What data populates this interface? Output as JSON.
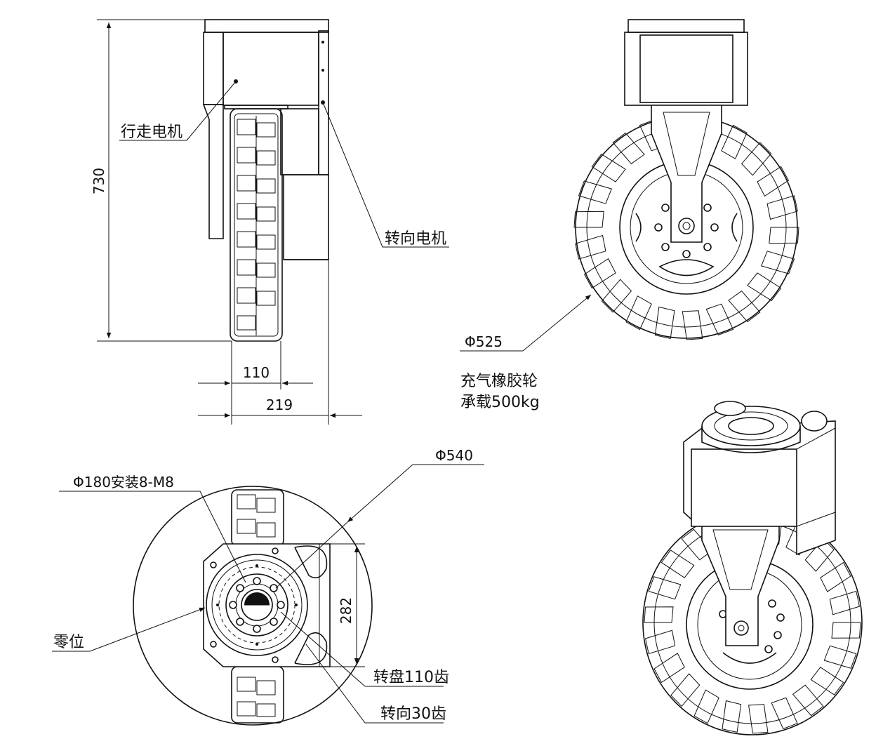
{
  "labels": {
    "drive_motor": "行走电机",
    "steer_motor": "转向电机",
    "wheel_desc_line1": "充气橡胶轮",
    "wheel_desc_line2": "承载500kg",
    "mount": "Φ180安装8-M8",
    "zero": "零位",
    "turntable": "转盘110齿",
    "steer_gear": "转向30齿"
  },
  "dimensions": {
    "height": "730",
    "width_wheel": "110",
    "width_total": "219",
    "wheel_diameter": "Φ525",
    "swing_diameter": "Φ540",
    "plate_height": "282"
  },
  "colors": {
    "line": "#111111",
    "background": "#ffffff"
  }
}
